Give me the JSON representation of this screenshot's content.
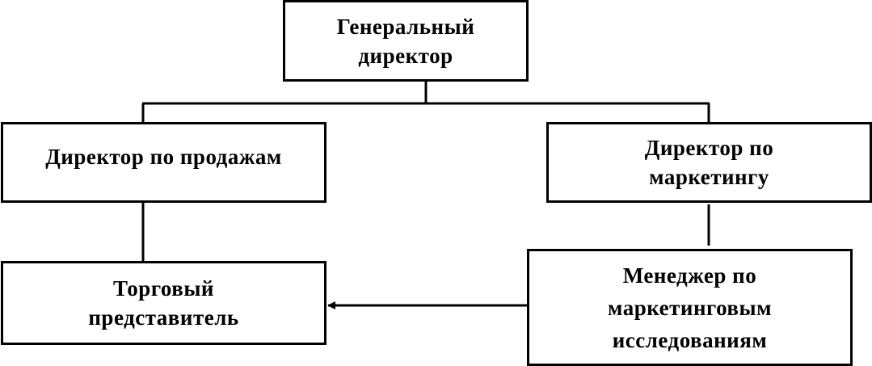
{
  "diagram": {
    "ceo": {
      "lines": [
        "Генеральный",
        "директор"
      ]
    },
    "sales_director": {
      "lines": [
        "Директор по продажам"
      ]
    },
    "marketing_director": {
      "lines": [
        "Директор по",
        "маркетингу"
      ]
    },
    "sales_rep": {
      "lines": [
        "Торговый",
        "представитель"
      ]
    },
    "research_manager": {
      "lines": [
        "Менеджер по",
        "маркетинговым",
        "исследованиям"
      ]
    }
  },
  "colors": {
    "stroke": "#000000",
    "background": "#ffffff"
  }
}
